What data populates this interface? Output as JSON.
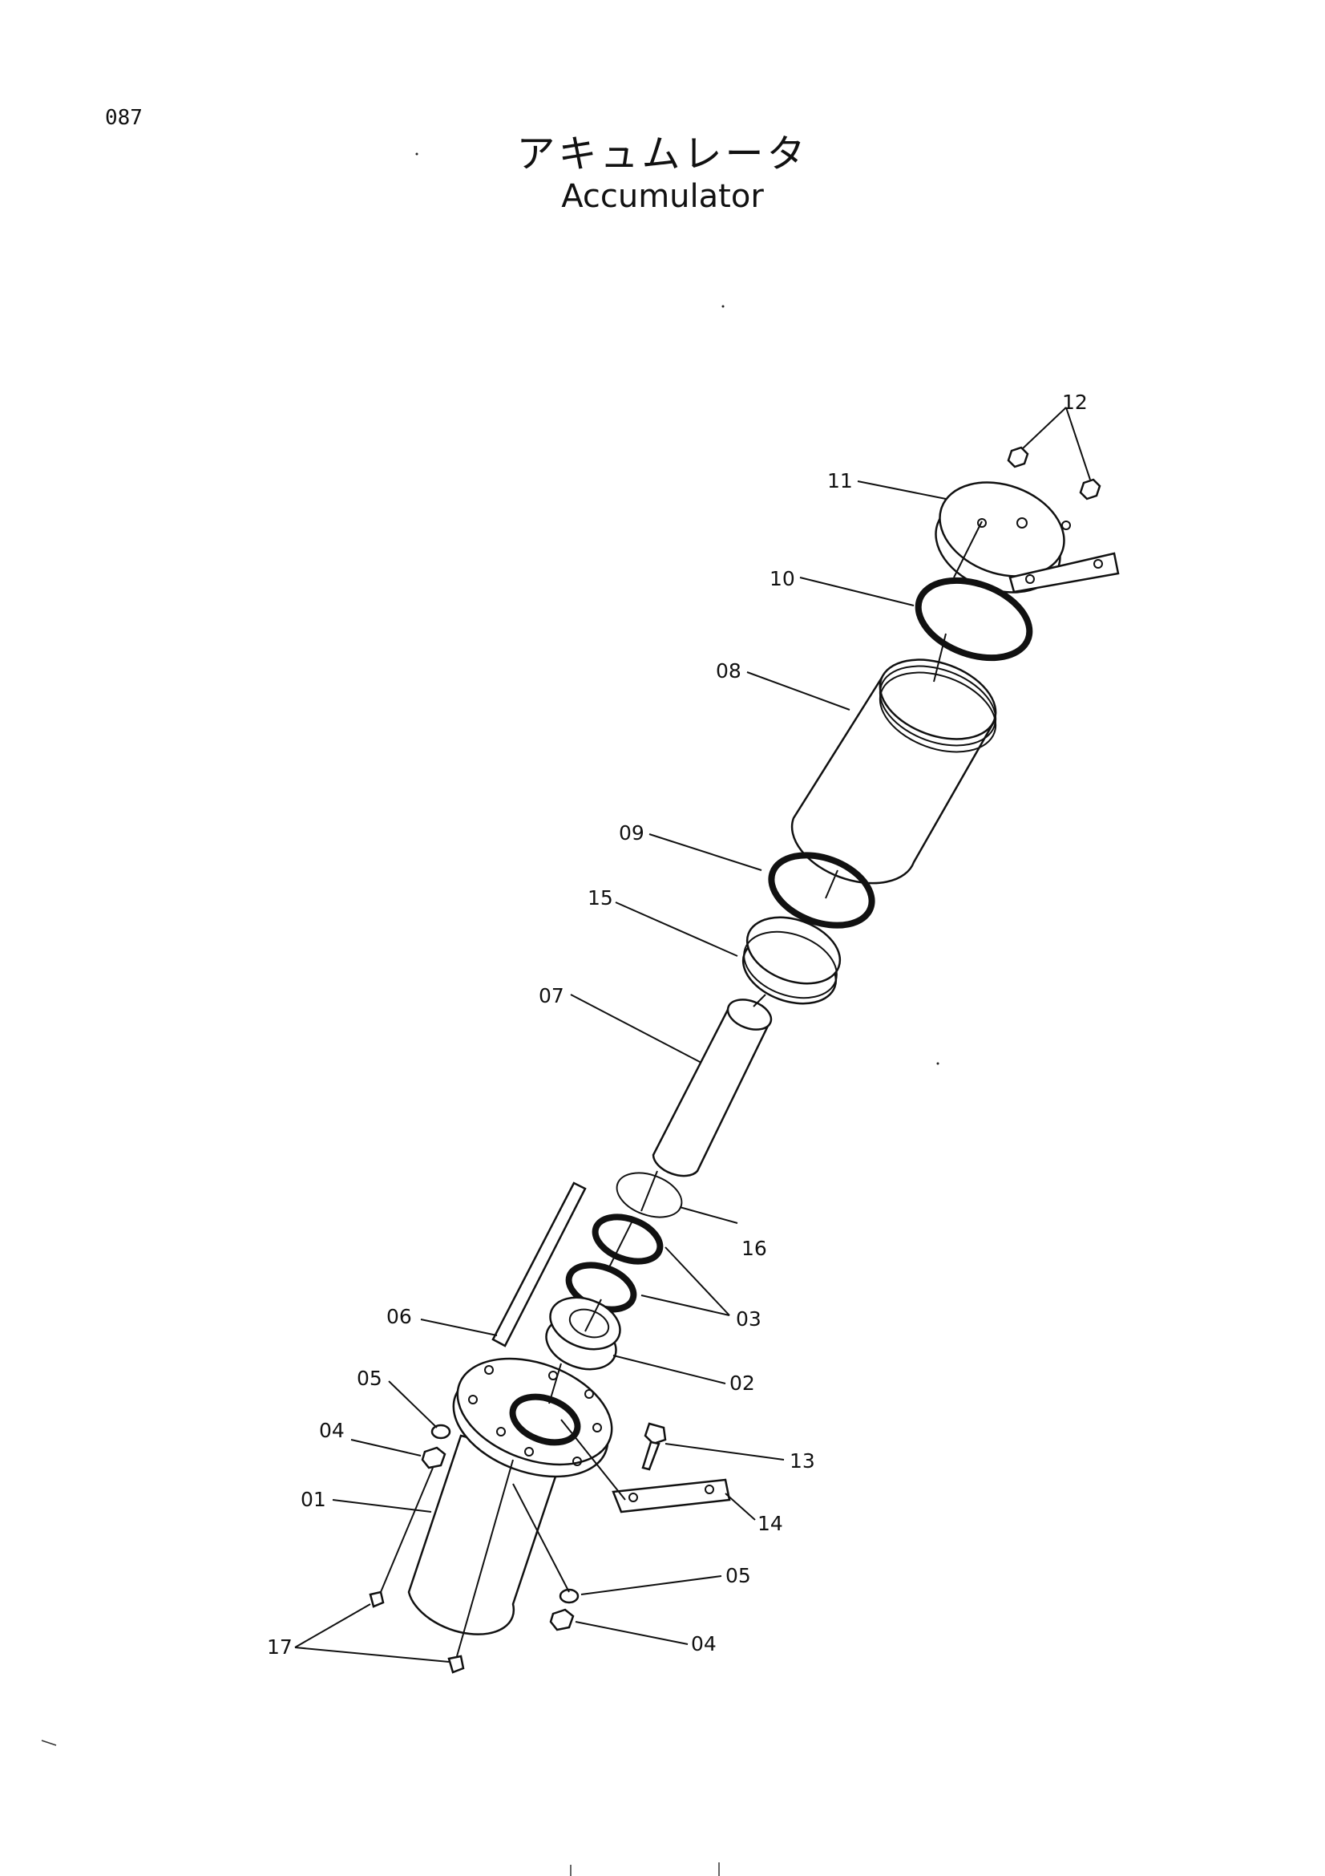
{
  "page": {
    "number": "087"
  },
  "title": {
    "japanese": "アキュムレータ",
    "english": "Accumulator"
  },
  "callouts": [
    {
      "id": "12",
      "label": "12"
    },
    {
      "id": "11",
      "label": "11"
    },
    {
      "id": "10",
      "label": "10"
    },
    {
      "id": "08",
      "label": "08"
    },
    {
      "id": "09",
      "label": "09"
    },
    {
      "id": "15",
      "label": "15"
    },
    {
      "id": "07",
      "label": "07"
    },
    {
      "id": "16",
      "label": "16"
    },
    {
      "id": "03",
      "label": "03"
    },
    {
      "id": "06",
      "label": "06"
    },
    {
      "id": "02",
      "label": "02"
    },
    {
      "id": "05a",
      "label": "05"
    },
    {
      "id": "04a",
      "label": "04"
    },
    {
      "id": "13",
      "label": "13"
    },
    {
      "id": "01",
      "label": "01"
    },
    {
      "id": "14",
      "label": "14"
    },
    {
      "id": "05b",
      "label": "05"
    },
    {
      "id": "04b",
      "label": "04"
    },
    {
      "id": "17",
      "label": "17"
    }
  ]
}
